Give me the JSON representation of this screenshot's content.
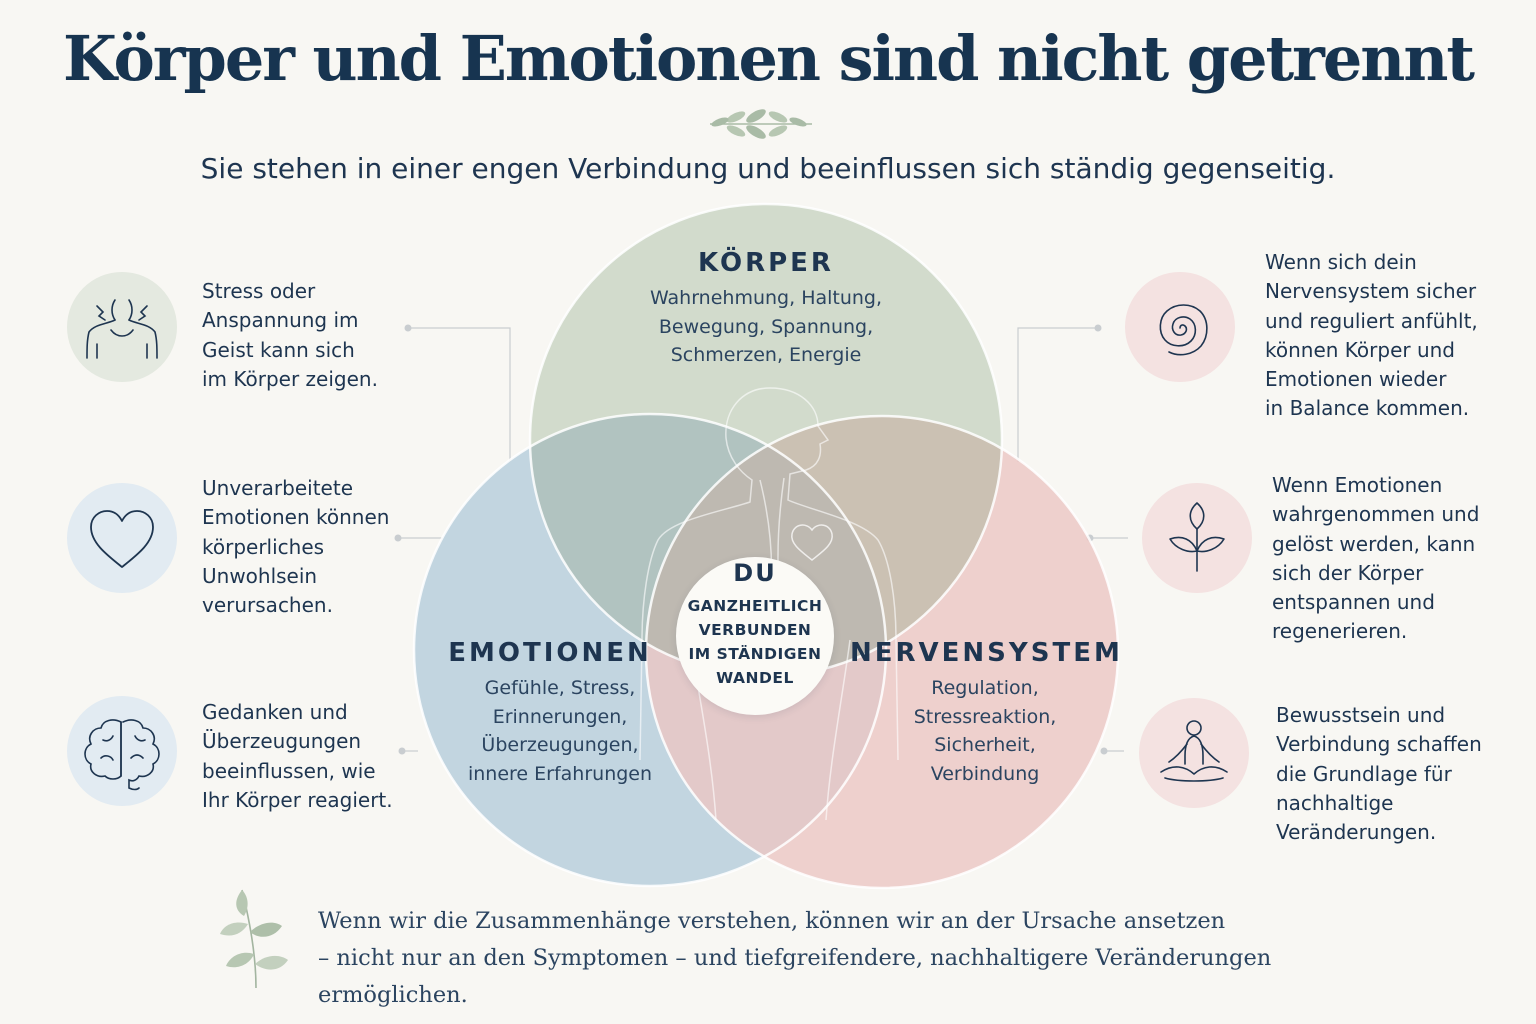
{
  "title": "Körper und Emotionen sind nicht getrennt",
  "subtitle": "Sie stehen in einer engen Verbindung und beeinflussen sich ständig gegenseitig.",
  "colors": {
    "navy": "#1e3550",
    "green_circle": "#c8d3c2",
    "blue_circle": "#b9cfdc",
    "pink_circle": "#ebc6c3",
    "background": "#f8f7f3"
  },
  "circles": {
    "koerper": {
      "title": "KÖRPER",
      "body": "Wahrnehmung, Haltung,\nBewegung, Spannung,\nSchmerzen, Energie"
    },
    "emotionen": {
      "title": "EMOTIONEN",
      "body": "Gefühle, Stress,\nErinnerungen,\nÜberzeugungen,\ninnere Erfahrungen"
    },
    "nervensystem": {
      "title": "NERVENSYSTEM",
      "body": "Regulation,\nStressreaktion,\nSicherheit,\nVerbindung"
    }
  },
  "center": {
    "title": "DU",
    "body": "GANZHEITLICH\nVERBUNDEN\nIM STÄNDIGEN\nWANDEL"
  },
  "left_items": [
    {
      "icon": "tense-shoulders-icon",
      "text": "Stress oder\nAnspannung im\nGeist kann sich\nim Körper zeigen."
    },
    {
      "icon": "heart-icon",
      "text": "Unverarbeitete\nEmotionen können\nkörperliches\nUnwohlsein\nverursachen."
    },
    {
      "icon": "brain-icon",
      "text": "Gedanken und\nÜberzeugungen\nbeeinflussen, wie\nIhr Körper reagiert."
    }
  ],
  "right_items": [
    {
      "icon": "spiral-icon",
      "text": "Wenn sich dein\nNervensystem sicher\nund reguliert anfühlt,\nkönnen Körper und\nEmotionen wieder\nin Balance kommen."
    },
    {
      "icon": "sprout-icon",
      "text": "Wenn Emotionen\nwahrgenommen und\ngelöst werden, kann\nsich der Körper\nentspannen und\nregenerieren."
    },
    {
      "icon": "meditation-icon",
      "text": "Bewusstsein und\nVerbindung schaffen\ndie Grundlage für\nnachhaltige\nVeränderungen."
    }
  ],
  "footer": {
    "text": "Wenn wir die Zusammenhänge verstehen, können wir an der Ursache ansetzen\n– nicht nur an den Symptomen – und tiefgreifendere, nachhaltigere Veränderungen ermöglichen."
  }
}
